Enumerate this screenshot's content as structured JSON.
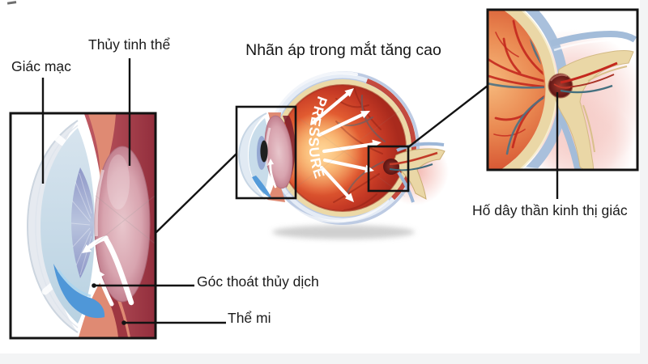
{
  "title": {
    "text": "Nhãn áp trong mắt tăng cao"
  },
  "center_eye": {
    "pressure_label": "PRESSURE"
  },
  "annotations": {
    "cornea": {
      "label": "Giác mạc"
    },
    "lens": {
      "label": "Thủy tinh thể"
    },
    "drainage_angle": {
      "label": "Góc thoát thủy dịch"
    },
    "ciliary_body": {
      "label": "Thể mi"
    },
    "optic_cup": {
      "label": "Hố dây thần kinh thị giác"
    }
  },
  "colors": {
    "label_text": "#1b1b1b",
    "outline_black": "#131313",
    "eye_red": "#c23a27",
    "glow_orange": "#f9b66d",
    "sclera_blue": "#bdcbe3",
    "choroid_tan": "#ecd9a7",
    "lens_pink": "#cf93a0",
    "iris_periwinkle": "#97a0cc",
    "aqueous_blue": "#4f97d8",
    "ciliary_salmon": "#df8a73",
    "optic_nerve_tan": "#ead7a6",
    "vessel_red": "#c4281e",
    "vessel_teal": "#4b7284",
    "page_margin_gray": "#f3f4f5"
  }
}
